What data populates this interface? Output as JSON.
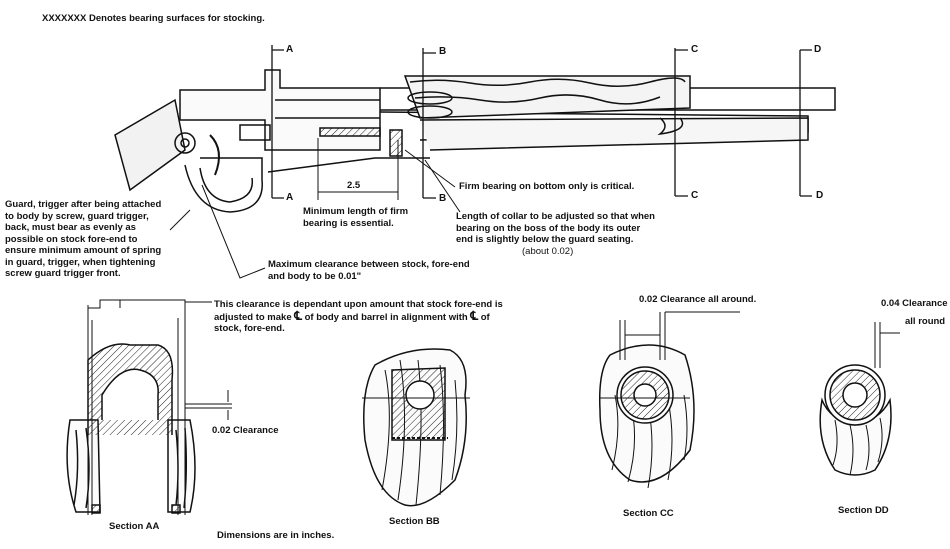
{
  "legend": "XXXXXXX Denotes bearing surfaces for stocking.",
  "section_markers": {
    "a_top": "A",
    "a_bottom": "A",
    "b_top": "B",
    "b_bottom": "B",
    "c_top": "C",
    "c_bottom": "C",
    "d_top": "D",
    "d_bottom": "D"
  },
  "annotations": {
    "guard_trigger": [
      "Guard, trigger after being attached",
      "to body by screw, guard trigger,",
      "back, must bear as evenly as",
      "possible on stock fore-end to",
      "ensure minimum amount of spring",
      "in guard, trigger, when tightening",
      "screw guard trigger front."
    ],
    "dimension_2_5": "2.5",
    "min_length": [
      "Minimum length of firm",
      "bearing is essential."
    ],
    "firm_bearing": "Firm bearing on bottom only is critical.",
    "collar": [
      "Length of collar to be adjusted so that when",
      "bearing on the boss of the body its outer",
      "end is slightly below the guard seating."
    ],
    "collar_note": "(about 0.02)",
    "max_clearance": [
      "Maximum clearance between stock, fore-end",
      "and body to be 0.01\""
    ],
    "alignment_line1": "This clearance is dependant upon amount that stock fore-end is",
    "alignment_line2a": "adjusted to make",
    "alignment_line2b": "of body and barrel in alignment with",
    "alignment_line2c": "of",
    "alignment_line3": "stock, fore-end.",
    "centerline_symbol": "℄",
    "clearance_aa": "0.02 Clearance",
    "clearance_cc": "0.02 Clearance all around.",
    "clearance_dd_1": "0.04 Clearance",
    "clearance_dd_2": "all round",
    "dimensions_note": "Dimensions are in inches."
  },
  "sections": {
    "aa": "Section AA",
    "bb": "Section BB",
    "cc": "Section CC",
    "dd": "Section DD"
  }
}
